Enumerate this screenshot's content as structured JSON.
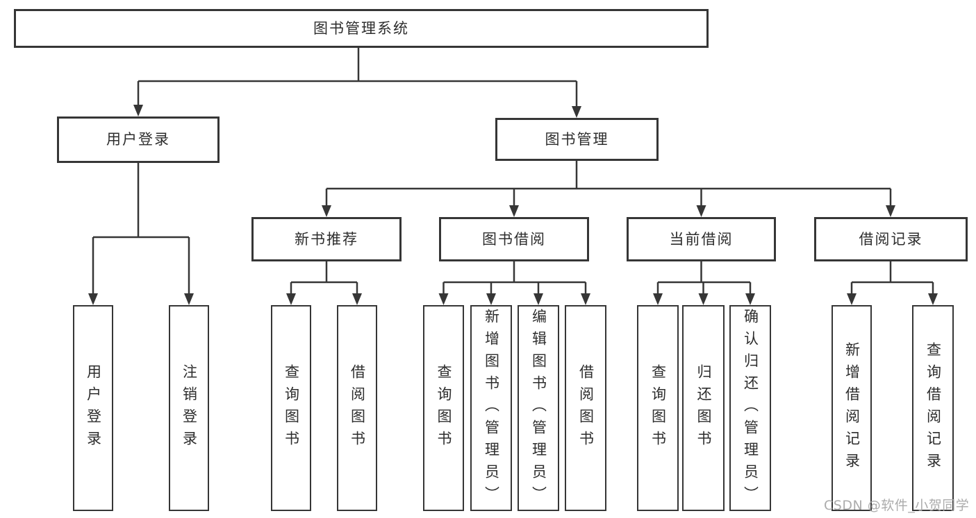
{
  "root": {
    "label": "图书管理系统",
    "children": [
      {
        "label": "用户登录",
        "children": [
          {
            "label": "用户登录"
          },
          {
            "label": "注销登录"
          }
        ]
      },
      {
        "label": "图书管理",
        "children": [
          {
            "label": "新书推荐",
            "children": [
              {
                "label": "查询图书"
              },
              {
                "label": "借阅图书"
              }
            ]
          },
          {
            "label": "图书借阅",
            "children": [
              {
                "label": "查询图书"
              },
              {
                "label": "新增图书（管理员）"
              },
              {
                "label": "编辑图书（管理员）"
              },
              {
                "label": "借阅图书"
              }
            ]
          },
          {
            "label": "当前借阅",
            "children": [
              {
                "label": "查询图书"
              },
              {
                "label": "归还图书"
              },
              {
                "label": "确认归还（管理员）"
              }
            ]
          },
          {
            "label": "借阅记录",
            "children": [
              {
                "label": "新增借阅记录"
              },
              {
                "label": "查询借阅记录"
              }
            ]
          }
        ]
      }
    ]
  },
  "watermark": {
    "text": "CSDN @软件_小贺同学"
  },
  "colors": {
    "line": "#363636",
    "box_border": "#363636",
    "box_fill": "#ffffff",
    "text": "#2d2d2d",
    "background": "#ffffff",
    "watermark": "#a8a8a8"
  }
}
